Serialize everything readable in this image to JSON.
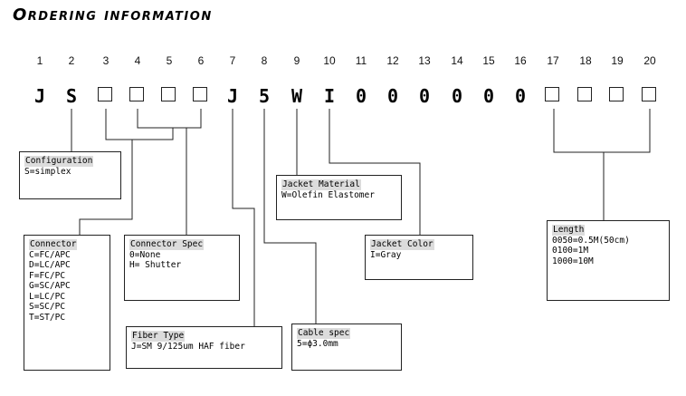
{
  "title": "Ordering information",
  "positions": [
    "1",
    "2",
    "3",
    "4",
    "5",
    "6",
    "7",
    "8",
    "9",
    "10",
    "11",
    "12",
    "13",
    "14",
    "15",
    "16",
    "17",
    "18",
    "19",
    "20"
  ],
  "code": {
    "chars": [
      {
        "pos": 1,
        "text": "J"
      },
      {
        "pos": 2,
        "text": "S"
      },
      {
        "pos": 7,
        "text": "J"
      },
      {
        "pos": 8,
        "text": "5"
      },
      {
        "pos": 9,
        "text": "W"
      },
      {
        "pos": 10,
        "text": "I"
      },
      {
        "pos": 11,
        "text": "0"
      },
      {
        "pos": 12,
        "text": "0"
      },
      {
        "pos": 13,
        "text": "0"
      },
      {
        "pos": 14,
        "text": "0"
      },
      {
        "pos": 15,
        "text": "0"
      },
      {
        "pos": 16,
        "text": "0"
      }
    ],
    "slots": [
      3,
      4,
      5,
      6,
      17,
      18,
      19,
      20
    ]
  },
  "boxes": {
    "configuration": {
      "header": "Configuration",
      "lines": [
        "S=simplex"
      ]
    },
    "connector": {
      "header": "Connector",
      "lines": [
        "C=FC/APC",
        "D=LC/APC",
        "F=FC/PC",
        "G=SC/APC",
        "L=LC/PC",
        "S=SC/PC",
        "T=ST/PC"
      ]
    },
    "connector_spec": {
      "header": "Connector Spec",
      "lines": [
        "0=None",
        "H= Shutter"
      ]
    },
    "fiber_type": {
      "header": "Fiber Type",
      "lines": [
        "J=SM 9/125um HAF fiber"
      ]
    },
    "jacket_material": {
      "header": "Jacket Material",
      "lines": [
        "W=Olefin Elastomer"
      ]
    },
    "cable_spec": {
      "header": "Cable spec",
      "lines": [
        "5=ϕ3.0mm"
      ]
    },
    "jacket_color": {
      "header": "Jacket Color",
      "lines": [
        "I=Gray"
      ]
    },
    "length": {
      "header": "Length",
      "lines": [
        "0050=0.5M(50cm)",
        "0100=1M",
        "1000=10M"
      ]
    }
  }
}
